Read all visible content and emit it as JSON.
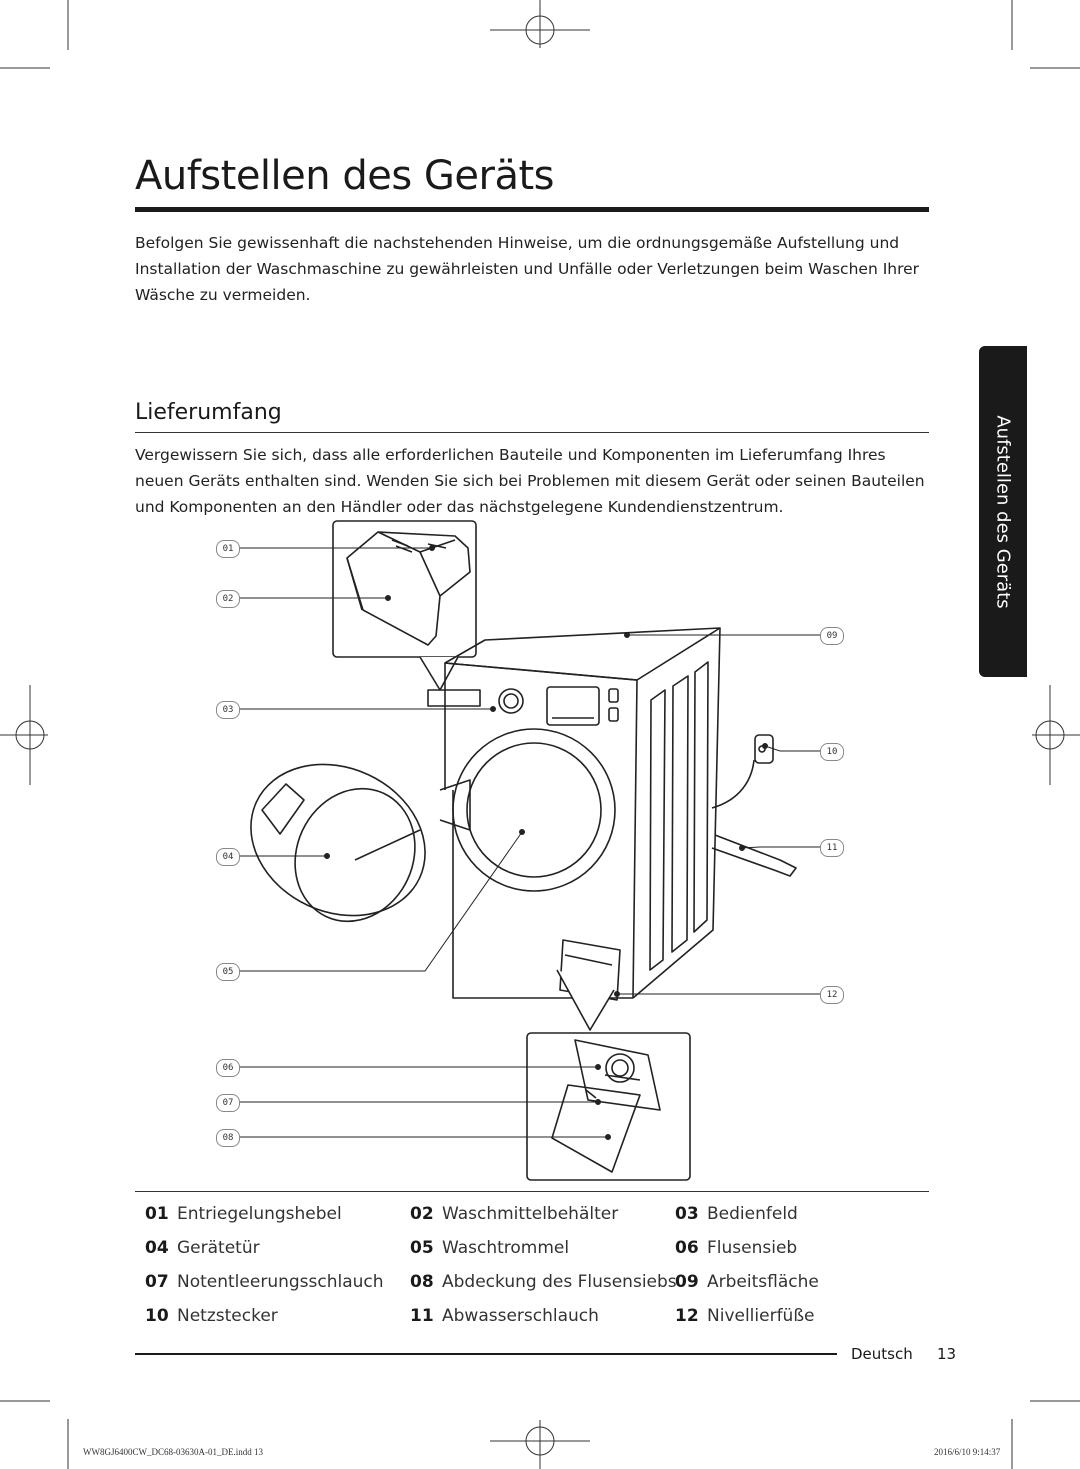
{
  "page": {
    "title": "Aufstellen des Geräts",
    "intro": "Befolgen Sie gewissenhaft die nachstehenden Hinweise, um die ordnungsgemäße Aufstellung und Installation der Waschmaschine zu gewährleisten und Unfälle oder Verletzungen beim Waschen Ihrer Wäsche zu vermeiden.",
    "side_tab": "Aufstellen des Geräts"
  },
  "section": {
    "title": "Lieferumfang",
    "text": "Vergewissern Sie sich, dass alle erforderlichen Bauteile und Komponenten im Lieferumfang Ihres neuen Geräts enthalten sind. Wenden Sie sich bei Problemen mit diesem Gerät oder seinen Bauteilen und Komponenten an den Händler oder das nächstgelegene Kundendienstzentrum."
  },
  "callouts": [
    "01",
    "02",
    "03",
    "04",
    "05",
    "06",
    "07",
    "08",
    "09",
    "10",
    "11",
    "12"
  ],
  "legend": [
    {
      "num": "01",
      "label": "Entriegelungshebel"
    },
    {
      "num": "02",
      "label": "Waschmittelbehälter"
    },
    {
      "num": "03",
      "label": "Bedienfeld"
    },
    {
      "num": "04",
      "label": "Gerätetür"
    },
    {
      "num": "05",
      "label": "Waschtrommel"
    },
    {
      "num": "06",
      "label": "Flusensieb"
    },
    {
      "num": "07",
      "label": "Notentleerungsschlauch"
    },
    {
      "num": "08",
      "label": "Abdeckung des Flusensiebs"
    },
    {
      "num": "09",
      "label": "Arbeitsfläche"
    },
    {
      "num": "10",
      "label": "Netzstecker"
    },
    {
      "num": "11",
      "label": "Abwasserschlauch"
    },
    {
      "num": "12",
      "label": "Nivellierfüße"
    }
  ],
  "footer": {
    "language": "Deutsch",
    "page_number": "13",
    "print_file": "WW8GJ6400CW_DC68-03630A-01_DE.indd   13",
    "print_date": "2016/6/10   9:14:37"
  }
}
